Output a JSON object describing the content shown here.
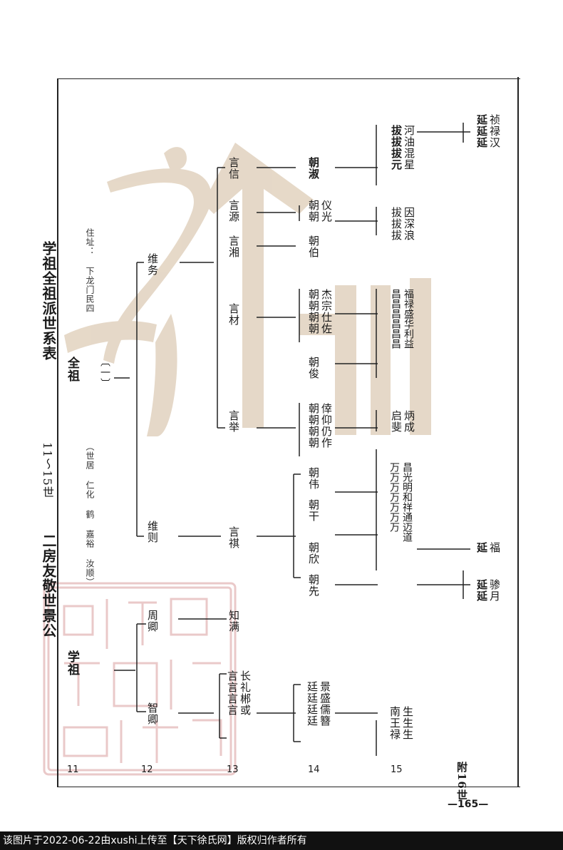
{
  "page": {
    "header_left": "二房友敬世景公",
    "header_mid": "11～15世",
    "header_right": "学祖全祖派世系表",
    "note_top": "（世居 仁化 鹤 嘉裕 汝顺）",
    "note_right": "住址： 下龙门民四",
    "page_number": "—165—",
    "appendix_label": "附16世"
  },
  "generations": [
    "11",
    "12",
    "13",
    "14",
    "15"
  ],
  "names": {
    "xuezu": "学祖",
    "quanzu": "全祖",
    "quanzu_num": "〔一〕",
    "zhouqing": "周卿",
    "zhiqing": "智卿",
    "weize": "维则",
    "weiwu": "维务",
    "zhimin": "知满",
    "yan_group": "言言言言",
    "yan_group2": "长礼郴或",
    "yanqi": "言祺",
    "yanju": "言举",
    "yancai": "言材",
    "yanxiang": "言湘",
    "yanyuan": "言源",
    "yanxin": "言信",
    "ting_group": "廷廷廷廷",
    "ting_group2": "景盛儒簪",
    "chaoxian": "朝先",
    "chaoxin": "朝欣",
    "chaogan": "朝干",
    "chaowei": "朝伟",
    "chao_group": "朝朝朝朝",
    "chao_group2": "倖仰仍作",
    "chaojun": "朝俊",
    "chao_group3": "朝朝朝朝",
    "chao_group4": "杰宗仕佐",
    "chaobo": "朝伯",
    "chaoyi": "朝朝",
    "chaoyi2": "仪光",
    "chaoshu": "朝淑",
    "nan_group": "南王禄",
    "nan_group2": "生生生",
    "wan_group": "万万万万万万万",
    "wan_group2": "昌光明和祥通迈道",
    "qi_group": "启斐",
    "qi_group2": "炳成",
    "chang_group": "昌昌昌昌昌昌",
    "chang_group2": "福禄盛华利益",
    "ba_group": "拔拔拔",
    "ba_group2": "因深浪",
    "ba_group3": "拔拔拔元",
    "ba_group4": "河油混星",
    "ting16_a": "延延",
    "ting16_a2": "骖月",
    "ting16_b": "延",
    "ting16_b2": "福",
    "ting16_c": "延延延",
    "ting16_c2": "祯禄汉"
  },
  "footer": "该图片于2022-06-22由xushi上传至【天下徐氏网】版权归作者所有",
  "colors": {
    "line": "#222222",
    "watermark": "#d8c7b2",
    "seal": "#e0b8b8"
  }
}
